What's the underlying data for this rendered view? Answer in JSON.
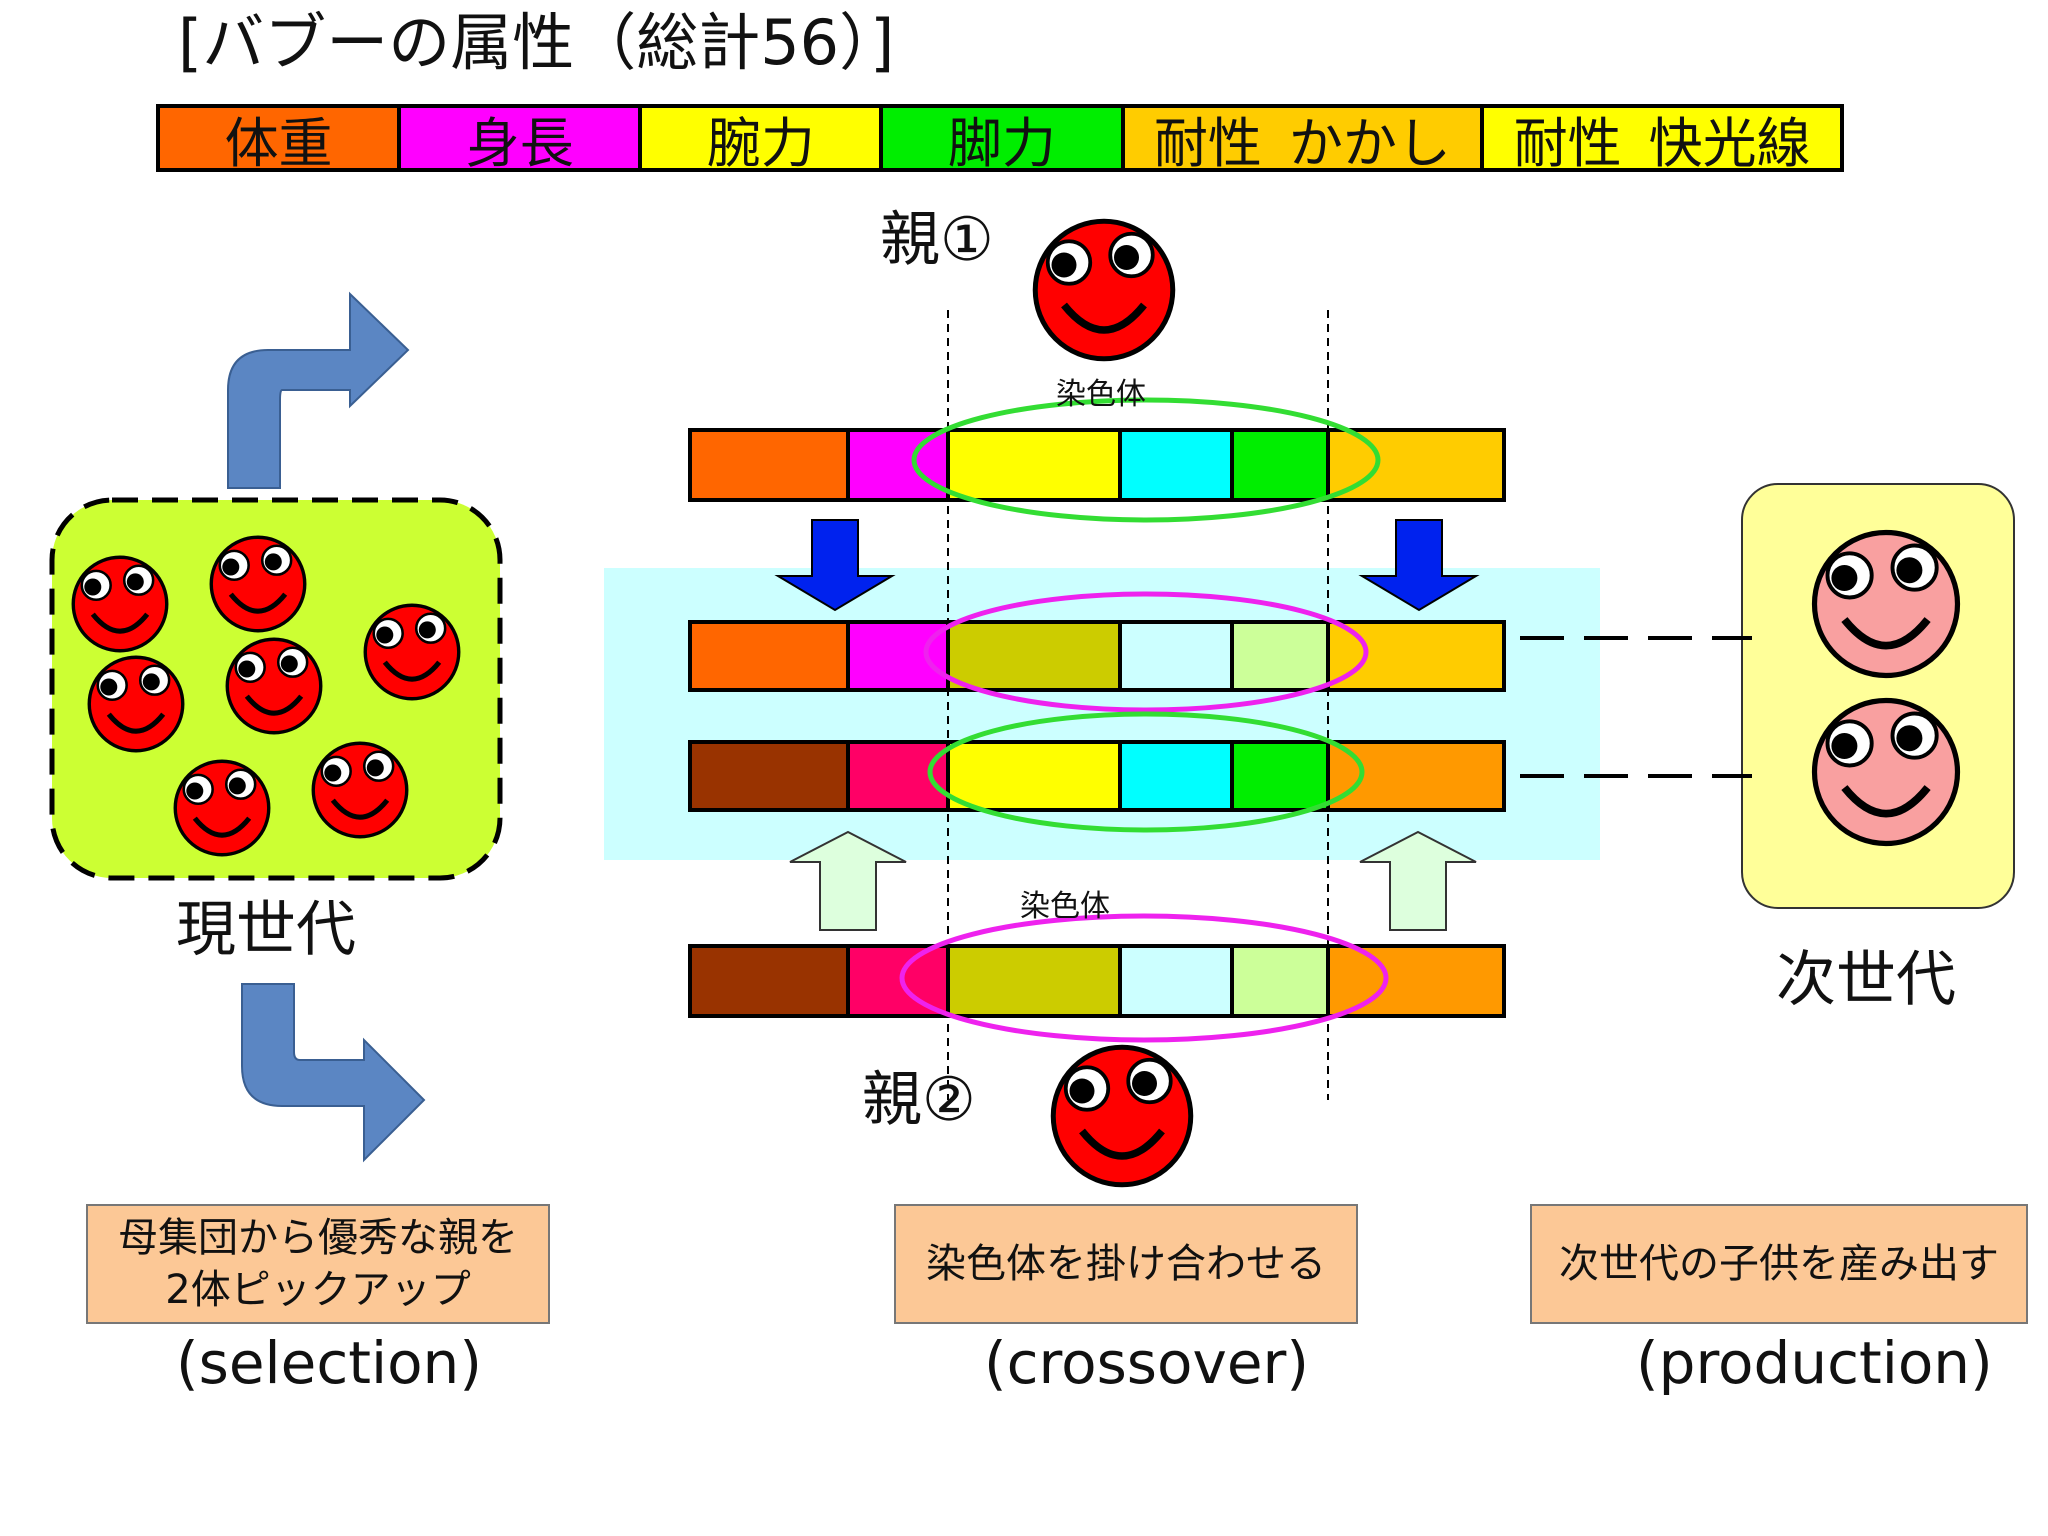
{
  "title": "[バブーの属性（総計56）]",
  "attributes": [
    {
      "label": "体重",
      "color": "#ff6600",
      "units": 2
    },
    {
      "label": "身長",
      "color": "#ff00ff",
      "units": 2
    },
    {
      "label": "腕力",
      "color": "#ffff00",
      "units": 2
    },
    {
      "label": "脚力",
      "color": "#00ee00",
      "units": 2
    },
    {
      "label": "耐性_かかし",
      "color": "#ffcc00",
      "units": 3
    },
    {
      "label": "耐性_快光線",
      "color": "#ffff00",
      "units": 3
    }
  ],
  "parents": {
    "parent1_label": "親①",
    "parent2_label": "親②"
  },
  "chromosome_label_1": "染色体",
  "chromosome_label_2": "染色体",
  "current_generation": "現世代",
  "next_generation": "次世代",
  "steps": {
    "selection": {
      "description_line1": "母集団から優秀な親を",
      "description_line2": "2体ピックアップ",
      "label": "(selection)"
    },
    "crossover": {
      "description": "染色体を掛け合わせる",
      "label": "(crossover)"
    },
    "production": {
      "description": "次世代の子供を産み出す",
      "label": "(production)"
    }
  },
  "colors": {
    "bubu_red": "#ff0000",
    "child_pink": "#f9a0a0",
    "population_bg": "#ccff33",
    "next_gen_bg": "#ffff99",
    "crossover_bg": "#ccffff",
    "step_box_bg": "#fcc896",
    "ellipse_green": "#33dd33",
    "ellipse_magenta": "#ee22ee",
    "arrow_blue": "#0022ee",
    "arrow_light": "#ddffdd",
    "curved_arrow": "#5b86c3"
  }
}
